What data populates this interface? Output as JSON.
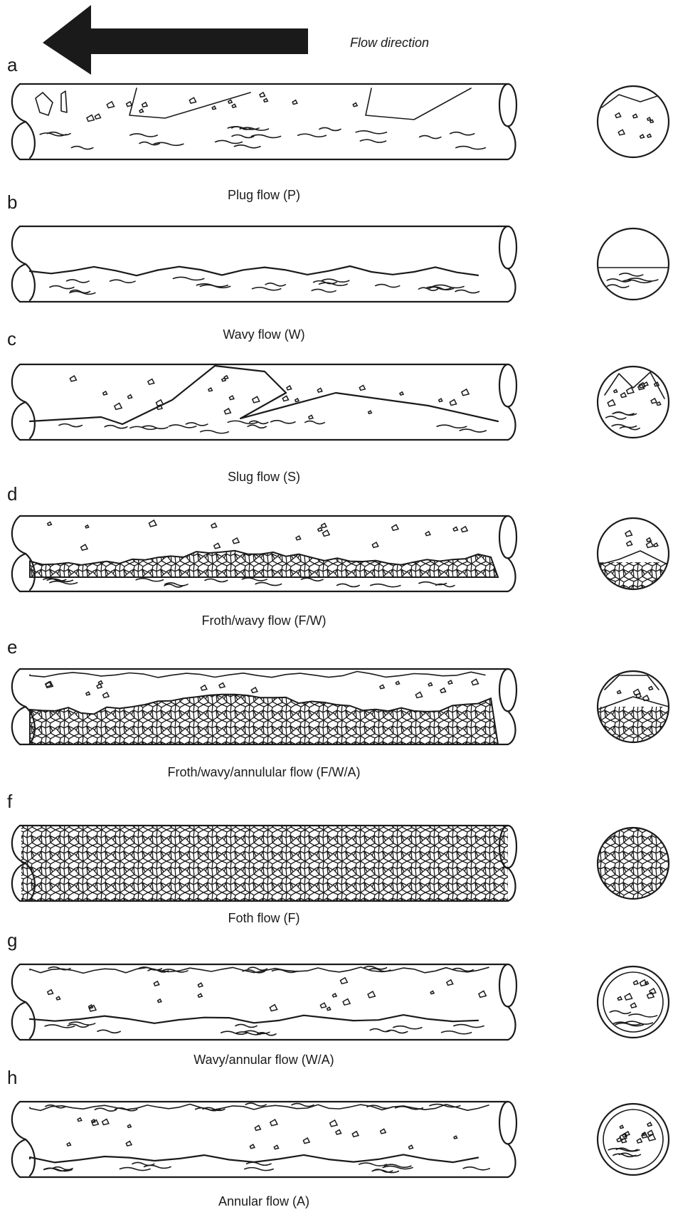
{
  "flow_direction_label": "Flow direction",
  "panels": [
    {
      "letter": "a",
      "caption": "Plug flow (P)",
      "regime": "plug"
    },
    {
      "letter": "b",
      "caption": "Wavy flow (W)",
      "regime": "wavy"
    },
    {
      "letter": "c",
      "caption": "Slug flow (S)",
      "regime": "slug"
    },
    {
      "letter": "d",
      "caption": "Froth/wavy flow (F/W)",
      "regime": "froth-wavy"
    },
    {
      "letter": "e",
      "caption": "Froth/wavy/annulular flow (F/W/A)",
      "regime": "froth-wavy-annular"
    },
    {
      "letter": "f",
      "caption": "Foth flow (F)",
      "regime": "froth"
    },
    {
      "letter": "g",
      "caption": "Wavy/annular flow (W/A)",
      "regime": "wavy-annular"
    },
    {
      "letter": "h",
      "caption": "Annular flow (A)",
      "regime": "annular"
    }
  ],
  "colors": {
    "ink": "#1a1a1a",
    "background": "#ffffff"
  }
}
